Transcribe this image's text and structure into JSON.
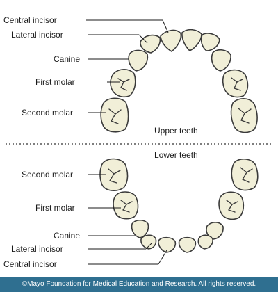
{
  "upper": {
    "title": "Upper teeth",
    "labels": {
      "central_incisor": "Central incisor",
      "lateral_incisor": "Lateral incisor",
      "canine": "Canine",
      "first_molar": "First molar",
      "second_molar": "Second molar"
    }
  },
  "lower": {
    "title": "Lower teeth",
    "labels": {
      "second_molar": "Second molar",
      "first_molar": "First molar",
      "canine": "Canine",
      "lateral_incisor": "Lateral incisor",
      "central_incisor": "Central incisor"
    }
  },
  "footer": {
    "copyright": "©Mayo Foundation for Medical Education and Research.  All rights reserved."
  },
  "colors": {
    "tooth_fill": "#f1efd8",
    "outline": "#3a3a3a",
    "footer_bg": "#2f6f90"
  }
}
